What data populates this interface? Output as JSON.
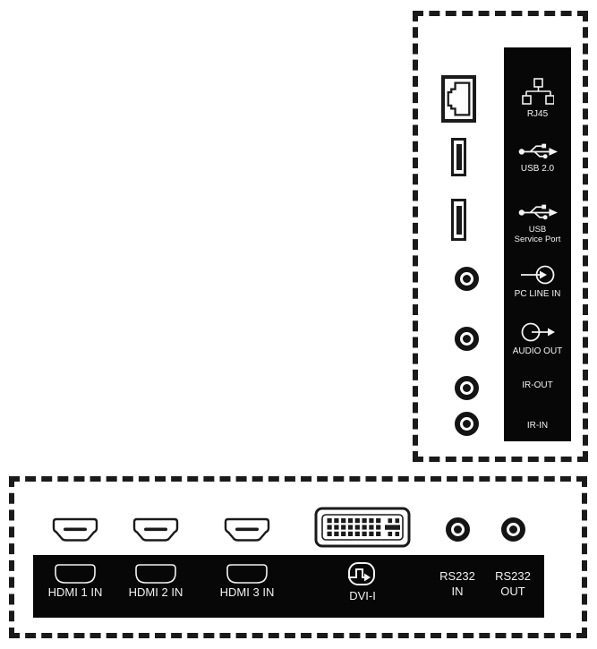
{
  "colors": {
    "ink": "#1a1a1a",
    "panel_black": "#070707",
    "label_text": "#f2f2f2",
    "background": "#ffffff"
  },
  "side_panel": {
    "rj45": "RJ45",
    "usb20": "USB 2.0",
    "usb_svc1": "USB",
    "usb_svc2": "Service Port",
    "pc_line_in": "PC LINE IN",
    "audio_out": "AUDIO OUT",
    "ir_out": "IR-OUT",
    "ir_in": "IR-IN"
  },
  "bottom_panel": {
    "hdmi1": "HDMI 1 IN",
    "hdmi2": "HDMI 2 IN",
    "hdmi3": "HDMI 3 IN",
    "dvi": "DVI-I",
    "rs232_in1": "RS232",
    "rs232_in2": "IN",
    "rs232_out1": "RS232",
    "rs232_out2": "OUT"
  },
  "icons": {
    "rj45": "network-icon",
    "usb": "usb-trident-icon",
    "pc_line_in": "arrow-into-circle-icon",
    "audio_out": "arrow-out-of-circle-icon",
    "hdmi": "hdmi-connector-icon",
    "dvi": "signal-wave-icon"
  }
}
